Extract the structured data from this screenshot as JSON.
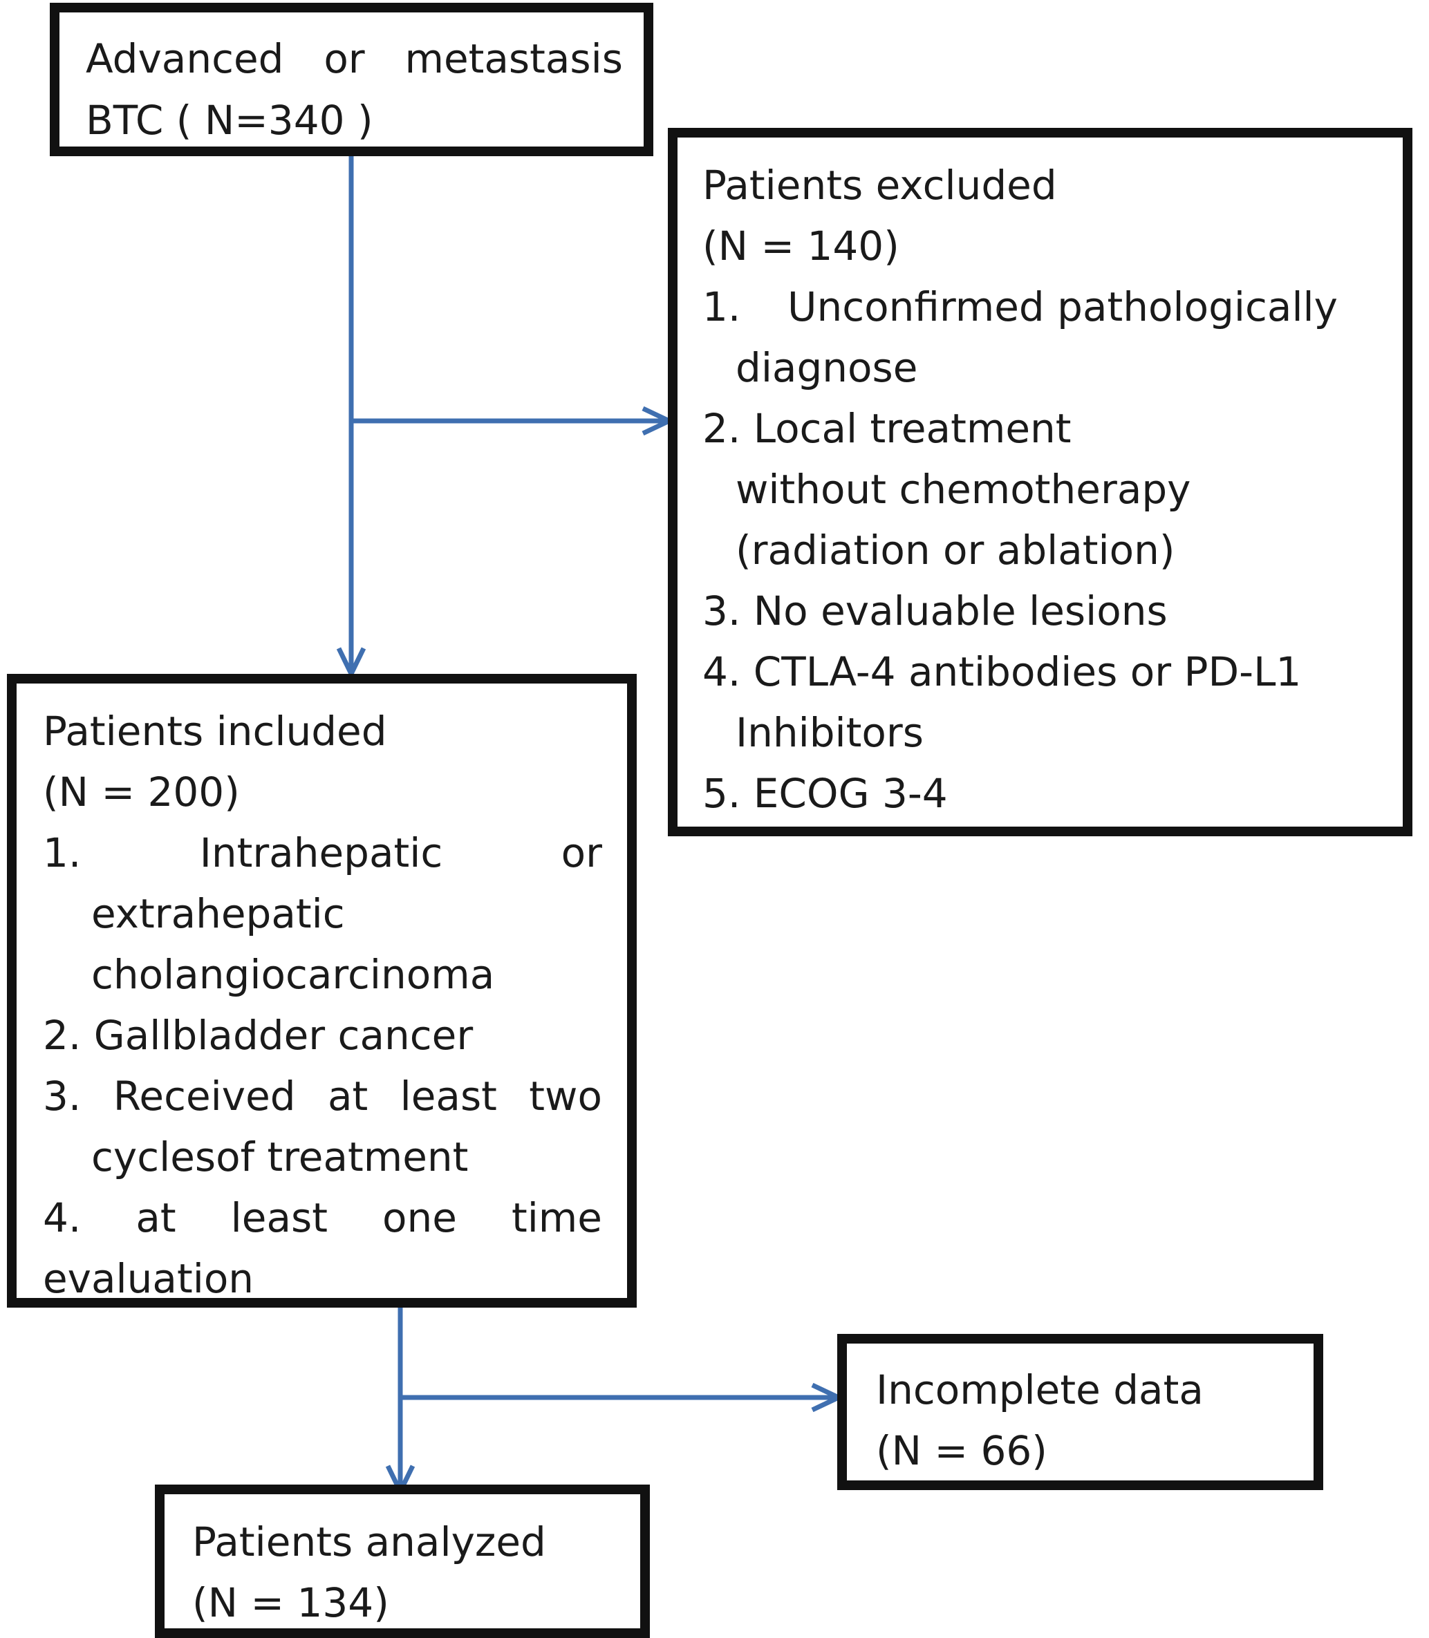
{
  "colors": {
    "arrow": "#3f6fb0",
    "box_border": "#111111",
    "text": "#1a1a1a"
  },
  "boxes": {
    "start": {
      "line1_words": [
        "Advanced",
        "or",
        "metastasis"
      ],
      "line2": "BTC ( N=340 )"
    },
    "excluded": {
      "title": "Patients excluded",
      "count": "(N = 140)",
      "item1_num": "1.",
      "item1_text": "Unconfirmed pathologically",
      "item1_cont": "diagnose",
      "item2": "2. Local treatment",
      "item2_cont1": "without chemotherapy",
      "item2_cont2": "(radiation or ablation)",
      "item3": "3. No evaluable lesions",
      "item4": "4. CTLA-4 antibodies or PD-L1",
      "item4_cont": "Inhibitors",
      "item5": "5. ECOG 3-4"
    },
    "included": {
      "title": "Patients included",
      "count": "(N = 200)",
      "item1_words": [
        "1.",
        "Intrahepatic",
        "or"
      ],
      "item1_cont1": "extrahepatic",
      "item1_cont2": "cholangiocarcinoma",
      "item2": "2. Gallbladder cancer",
      "item3_words": [
        "3.",
        "Received",
        "at",
        "least",
        "two"
      ],
      "item3_cont": "cyclesof treatment",
      "item4_words": [
        "4.",
        "at",
        "least",
        "one",
        "time"
      ],
      "item4_cont": "evaluation"
    },
    "incomplete": {
      "title": "Incomplete data",
      "count": "(N = 66)"
    },
    "analyzed": {
      "title": "Patients analyzed",
      "count": "(N = 134)"
    }
  }
}
